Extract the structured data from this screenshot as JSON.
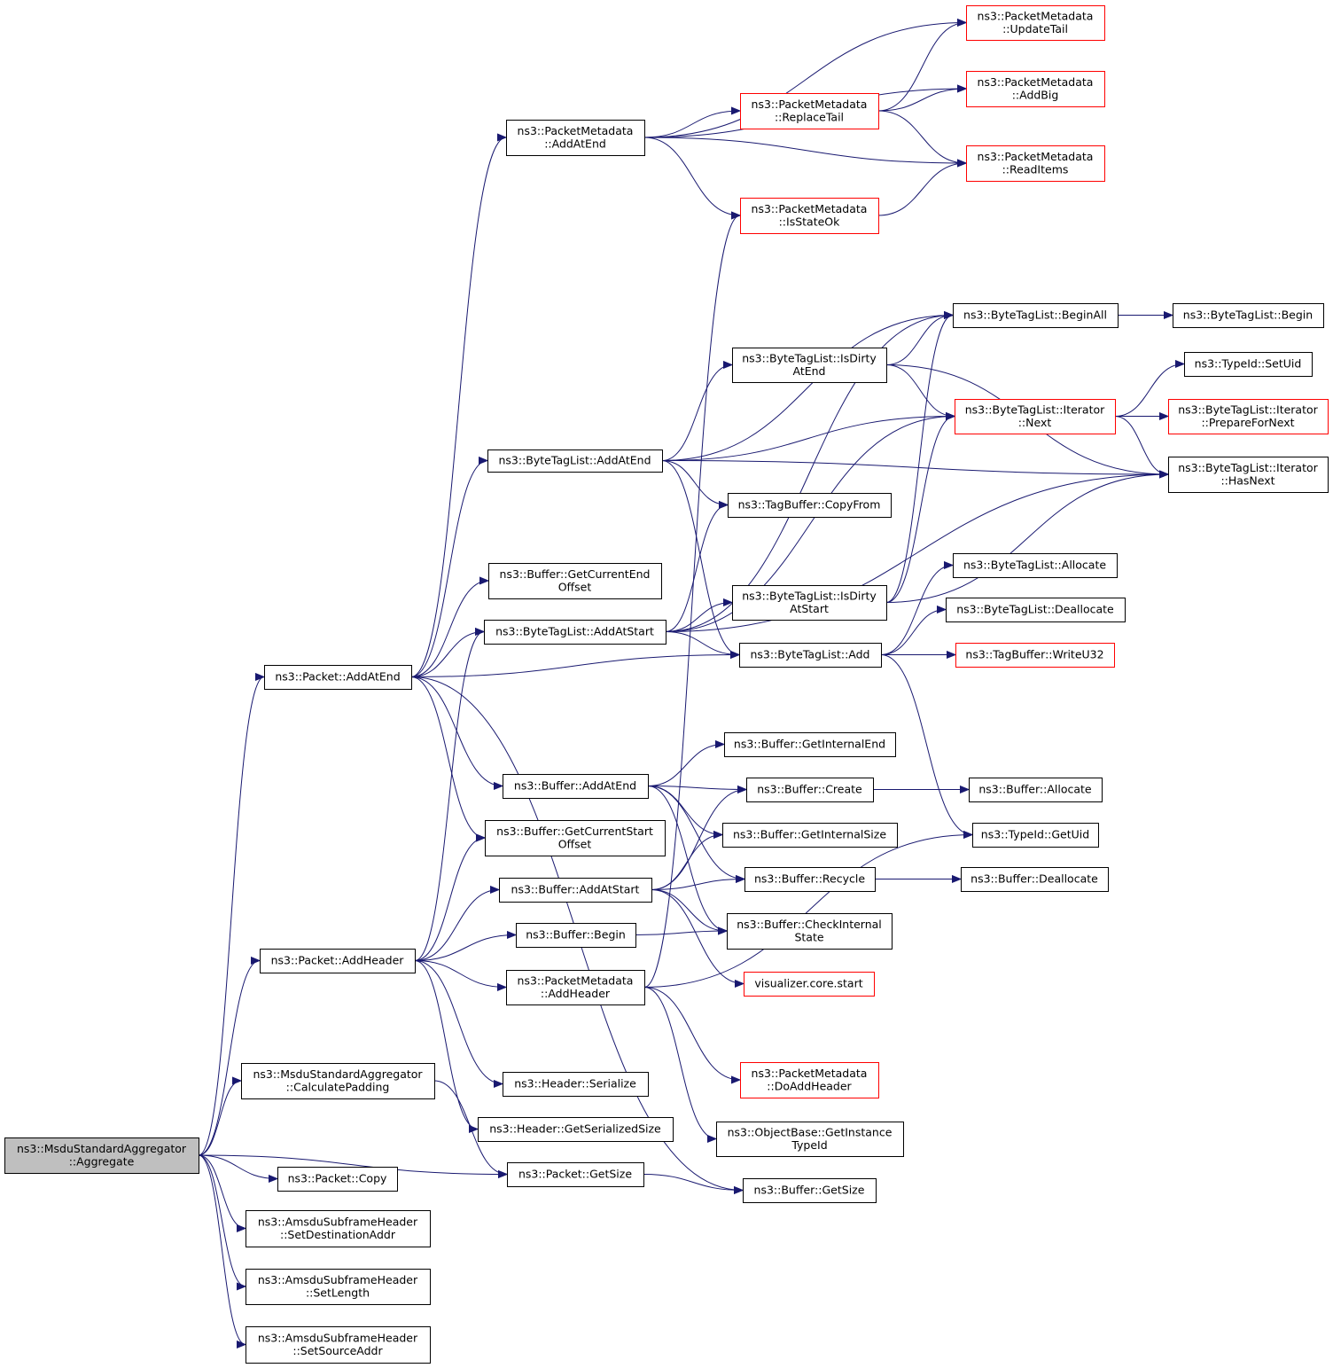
{
  "diagram": {
    "nodes": [
      {
        "id": "root",
        "lines": [
          "ns3::MsduStandardAggregator",
          "::Aggregate"
        ],
        "style": "root"
      },
      {
        "id": "pmAddAtEnd",
        "lines": [
          "ns3::PacketMetadata",
          "::AddAtEnd"
        ],
        "style": "normal"
      },
      {
        "id": "pmUpdateTail",
        "lines": [
          "ns3::PacketMetadata",
          "::UpdateTail"
        ],
        "style": "red"
      },
      {
        "id": "pmAddBig",
        "lines": [
          "ns3::PacketMetadata",
          "::AddBig"
        ],
        "style": "red"
      },
      {
        "id": "pmReplaceTail",
        "lines": [
          "ns3::PacketMetadata",
          "::ReplaceTail"
        ],
        "style": "red"
      },
      {
        "id": "pmReadItems",
        "lines": [
          "ns3::PacketMetadata",
          "::ReadItems"
        ],
        "style": "red"
      },
      {
        "id": "pmIsStateOk",
        "lines": [
          "ns3::PacketMetadata",
          "::IsStateOk"
        ],
        "style": "red"
      },
      {
        "id": "btlBeginAll",
        "lines": [
          "ns3::ByteTagList::BeginAll"
        ],
        "style": "normal"
      },
      {
        "id": "btlBegin",
        "lines": [
          "ns3::ByteTagList::Begin"
        ],
        "style": "normal"
      },
      {
        "id": "btlIsDirtyAtEnd",
        "lines": [
          "ns3::ByteTagList::IsDirty",
          "AtEnd"
        ],
        "style": "normal"
      },
      {
        "id": "typeIdSetUid",
        "lines": [
          "ns3::TypeId::SetUid"
        ],
        "style": "normal"
      },
      {
        "id": "btlItNext",
        "lines": [
          "ns3::ByteTagList::Iterator",
          "::Next"
        ],
        "style": "red"
      },
      {
        "id": "btlItPrepare",
        "lines": [
          "ns3::ByteTagList::Iterator",
          "::PrepareForNext"
        ],
        "style": "red"
      },
      {
        "id": "btlAddAtEnd",
        "lines": [
          "ns3::ByteTagList::AddAtEnd"
        ],
        "style": "normal"
      },
      {
        "id": "btlItHasNext",
        "lines": [
          "ns3::ByteTagList::Iterator",
          "::HasNext"
        ],
        "style": "normal"
      },
      {
        "id": "tbCopyFrom",
        "lines": [
          "ns3::TagBuffer::CopyFrom"
        ],
        "style": "normal"
      },
      {
        "id": "bufGetCurrentEndOffset",
        "lines": [
          "ns3::Buffer::GetCurrentEnd",
          "Offset"
        ],
        "style": "normal"
      },
      {
        "id": "btlAllocate",
        "lines": [
          "ns3::ByteTagList::Allocate"
        ],
        "style": "normal"
      },
      {
        "id": "btlIsDirtyAtStart",
        "lines": [
          "ns3::ByteTagList::IsDirty",
          "AtStart"
        ],
        "style": "normal"
      },
      {
        "id": "btlDeallocate",
        "lines": [
          "ns3::ByteTagList::Deallocate"
        ],
        "style": "normal"
      },
      {
        "id": "btlAddAtStart",
        "lines": [
          "ns3::ByteTagList::AddAtStart"
        ],
        "style": "normal"
      },
      {
        "id": "btlAdd",
        "lines": [
          "ns3::ByteTagList::Add"
        ],
        "style": "normal"
      },
      {
        "id": "tbWriteU32",
        "lines": [
          "ns3::TagBuffer::WriteU32"
        ],
        "style": "red"
      },
      {
        "id": "pktAddAtEnd",
        "lines": [
          "ns3::Packet::AddAtEnd"
        ],
        "style": "normal"
      },
      {
        "id": "bufGetInternalEnd",
        "lines": [
          "ns3::Buffer::GetInternalEnd"
        ],
        "style": "normal"
      },
      {
        "id": "bufAddAtEnd",
        "lines": [
          "ns3::Buffer::AddAtEnd"
        ],
        "style": "normal"
      },
      {
        "id": "bufCreate",
        "lines": [
          "ns3::Buffer::Create"
        ],
        "style": "normal"
      },
      {
        "id": "bufAllocate",
        "lines": [
          "ns3::Buffer::Allocate"
        ],
        "style": "normal"
      },
      {
        "id": "bufGetCurrentStartOffset",
        "lines": [
          "ns3::Buffer::GetCurrentStart",
          "Offset"
        ],
        "style": "normal"
      },
      {
        "id": "bufGetInternalSize",
        "lines": [
          "ns3::Buffer::GetInternalSize"
        ],
        "style": "normal"
      },
      {
        "id": "typeIdGetUid",
        "lines": [
          "ns3::TypeId::GetUid"
        ],
        "style": "normal"
      },
      {
        "id": "bufAddAtStart",
        "lines": [
          "ns3::Buffer::AddAtStart"
        ],
        "style": "normal"
      },
      {
        "id": "bufRecycle",
        "lines": [
          "ns3::Buffer::Recycle"
        ],
        "style": "normal"
      },
      {
        "id": "bufDeallocate",
        "lines": [
          "ns3::Buffer::Deallocate"
        ],
        "style": "normal"
      },
      {
        "id": "bufBegin",
        "lines": [
          "ns3::Buffer::Begin"
        ],
        "style": "normal"
      },
      {
        "id": "bufCheckInternalState",
        "lines": [
          "ns3::Buffer::CheckInternal",
          "State"
        ],
        "style": "normal"
      },
      {
        "id": "pktAddHeader",
        "lines": [
          "ns3::Packet::AddHeader"
        ],
        "style": "normal"
      },
      {
        "id": "pmAddHeader",
        "lines": [
          "ns3::PacketMetadata",
          "::AddHeader"
        ],
        "style": "normal"
      },
      {
        "id": "vizCoreStart",
        "lines": [
          "visualizer.core.start"
        ],
        "style": "red"
      },
      {
        "id": "pmDoAddHeader",
        "lines": [
          "ns3::PacketMetadata",
          "::DoAddHeader"
        ],
        "style": "red"
      },
      {
        "id": "msaCalculatePadding",
        "lines": [
          "ns3::MsduStandardAggregator",
          "::CalculatePadding"
        ],
        "style": "normal"
      },
      {
        "id": "hdrSerialize",
        "lines": [
          "ns3::Header::Serialize"
        ],
        "style": "normal"
      },
      {
        "id": "hdrGetSerializedSize",
        "lines": [
          "ns3::Header::GetSerializedSize"
        ],
        "style": "normal"
      },
      {
        "id": "obGetInstanceTypeId",
        "lines": [
          "ns3::ObjectBase::GetInstance",
          "TypeId"
        ],
        "style": "normal"
      },
      {
        "id": "pktGetSize",
        "lines": [
          "ns3::Packet::GetSize"
        ],
        "style": "normal"
      },
      {
        "id": "bufGetSize",
        "lines": [
          "ns3::Buffer::GetSize"
        ],
        "style": "normal"
      },
      {
        "id": "pktCopy",
        "lines": [
          "ns3::Packet::Copy"
        ],
        "style": "normal"
      },
      {
        "id": "ashSetDestinationAddr",
        "lines": [
          "ns3::AmsduSubframeHeader",
          "::SetDestinationAddr"
        ],
        "style": "normal"
      },
      {
        "id": "ashSetLength",
        "lines": [
          "ns3::AmsduSubframeHeader",
          "::SetLength"
        ],
        "style": "normal"
      },
      {
        "id": "ashSetSourceAddr",
        "lines": [
          "ns3::AmsduSubframeHeader",
          "::SetSourceAddr"
        ],
        "style": "normal"
      }
    ],
    "edges": [
      {
        "from": "root",
        "to": "pktAddAtEnd"
      },
      {
        "from": "root",
        "to": "pktAddHeader"
      },
      {
        "from": "root",
        "to": "msaCalculatePadding"
      },
      {
        "from": "root",
        "to": "pktGetSize"
      },
      {
        "from": "root",
        "to": "pktCopy"
      },
      {
        "from": "root",
        "to": "ashSetDestinationAddr"
      },
      {
        "from": "root",
        "to": "ashSetLength"
      },
      {
        "from": "root",
        "to": "ashSetSourceAddr"
      },
      {
        "from": "pktAddAtEnd",
        "to": "pmAddAtEnd"
      },
      {
        "from": "pktAddAtEnd",
        "to": "btlAddAtEnd"
      },
      {
        "from": "pktAddAtEnd",
        "to": "bufGetCurrentEndOffset"
      },
      {
        "from": "pktAddAtEnd",
        "to": "btlAddAtStart"
      },
      {
        "from": "pktAddAtEnd",
        "to": "btlAdd"
      },
      {
        "from": "pktAddAtEnd",
        "to": "bufAddAtEnd"
      },
      {
        "from": "pktAddAtEnd",
        "to": "bufGetCurrentStartOffset"
      },
      {
        "from": "pktAddAtEnd",
        "to": "bufGetSize"
      },
      {
        "from": "pmAddAtEnd",
        "to": "pmUpdateTail"
      },
      {
        "from": "pmAddAtEnd",
        "to": "pmAddBig"
      },
      {
        "from": "pmAddAtEnd",
        "to": "pmReplaceTail"
      },
      {
        "from": "pmAddAtEnd",
        "to": "pmReadItems"
      },
      {
        "from": "pmAddAtEnd",
        "to": "pmIsStateOk"
      },
      {
        "from": "pmReplaceTail",
        "to": "pmUpdateTail"
      },
      {
        "from": "pmReplaceTail",
        "to": "pmAddBig"
      },
      {
        "from": "pmReplaceTail",
        "to": "pmReadItems"
      },
      {
        "from": "pmIsStateOk",
        "to": "pmReadItems"
      },
      {
        "from": "btlBeginAll",
        "to": "btlBegin"
      },
      {
        "from": "btlIsDirtyAtEnd",
        "to": "btlBeginAll"
      },
      {
        "from": "btlIsDirtyAtEnd",
        "to": "btlItNext"
      },
      {
        "from": "btlIsDirtyAtEnd",
        "to": "btlItHasNext"
      },
      {
        "from": "btlItNext",
        "to": "typeIdSetUid"
      },
      {
        "from": "btlItNext",
        "to": "btlItPrepare"
      },
      {
        "from": "btlItNext",
        "to": "btlItHasNext"
      },
      {
        "from": "btlAddAtEnd",
        "to": "btlBeginAll"
      },
      {
        "from": "btlAddAtEnd",
        "to": "btlIsDirtyAtEnd"
      },
      {
        "from": "btlAddAtEnd",
        "to": "btlItNext"
      },
      {
        "from": "btlAddAtEnd",
        "to": "btlItHasNext"
      },
      {
        "from": "btlAddAtEnd",
        "to": "tbCopyFrom"
      },
      {
        "from": "btlAddAtEnd",
        "to": "btlAdd"
      },
      {
        "from": "btlAddAtStart",
        "to": "btlBeginAll"
      },
      {
        "from": "btlAddAtStart",
        "to": "btlItNext"
      },
      {
        "from": "btlAddAtStart",
        "to": "btlItHasNext"
      },
      {
        "from": "btlAddAtStart",
        "to": "tbCopyFrom"
      },
      {
        "from": "btlAddAtStart",
        "to": "btlIsDirtyAtStart"
      },
      {
        "from": "btlAddAtStart",
        "to": "btlAdd"
      },
      {
        "from": "btlIsDirtyAtStart",
        "to": "btlBeginAll"
      },
      {
        "from": "btlIsDirtyAtStart",
        "to": "btlItNext"
      },
      {
        "from": "btlIsDirtyAtStart",
        "to": "btlItHasNext"
      },
      {
        "from": "btlAdd",
        "to": "btlAllocate"
      },
      {
        "from": "btlAdd",
        "to": "btlDeallocate"
      },
      {
        "from": "btlAdd",
        "to": "tbWriteU32"
      },
      {
        "from": "btlAdd",
        "to": "typeIdGetUid"
      },
      {
        "from": "bufAddAtEnd",
        "to": "bufGetInternalEnd"
      },
      {
        "from": "bufAddAtEnd",
        "to": "bufCreate"
      },
      {
        "from": "bufAddAtEnd",
        "to": "bufGetInternalSize"
      },
      {
        "from": "bufAddAtEnd",
        "to": "bufRecycle"
      },
      {
        "from": "bufAddAtEnd",
        "to": "bufCheckInternalState"
      },
      {
        "from": "bufCreate",
        "to": "bufAllocate"
      },
      {
        "from": "bufRecycle",
        "to": "bufDeallocate"
      },
      {
        "from": "bufAddAtStart",
        "to": "bufCreate"
      },
      {
        "from": "bufAddAtStart",
        "to": "bufGetInternalSize"
      },
      {
        "from": "bufAddAtStart",
        "to": "bufRecycle"
      },
      {
        "from": "bufAddAtStart",
        "to": "bufCheckInternalState"
      },
      {
        "from": "bufAddAtStart",
        "to": "vizCoreStart"
      },
      {
        "from": "bufBegin",
        "to": "bufCheckInternalState"
      },
      {
        "from": "pktAddHeader",
        "to": "btlAddAtStart"
      },
      {
        "from": "pktAddHeader",
        "to": "bufGetCurrentStartOffset"
      },
      {
        "from": "pktAddHeader",
        "to": "bufAddAtStart"
      },
      {
        "from": "pktAddHeader",
        "to": "bufBegin"
      },
      {
        "from": "pktAddHeader",
        "to": "pmAddHeader"
      },
      {
        "from": "pktAddHeader",
        "to": "hdrSerialize"
      },
      {
        "from": "pktAddHeader",
        "to": "hdrGetSerializedSize"
      },
      {
        "from": "pmAddHeader",
        "to": "pmIsStateOk"
      },
      {
        "from": "pmAddHeader",
        "to": "typeIdGetUid"
      },
      {
        "from": "pmAddHeader",
        "to": "pmDoAddHeader"
      },
      {
        "from": "pmAddHeader",
        "to": "obGetInstanceTypeId"
      },
      {
        "from": "msaCalculatePadding",
        "to": "pktGetSize"
      },
      {
        "from": "pktGetSize",
        "to": "bufGetSize"
      }
    ]
  }
}
